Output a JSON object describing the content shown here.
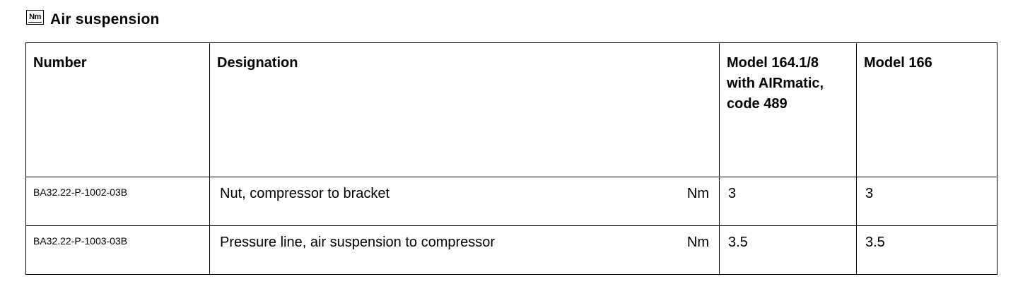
{
  "heading": {
    "icon_label": "Nm",
    "title": "Air suspension"
  },
  "table": {
    "headers": {
      "number": "Number",
      "designation": "Designation",
      "model_1": "Model 164.1/8 with AIRmatic, code 489",
      "model_2": "Model 166"
    },
    "rows": [
      {
        "number": "BA32.22-P-1002-03B",
        "designation": "Nut, compressor to bracket",
        "unit": "Nm",
        "model_1": "3",
        "model_2": "3"
      },
      {
        "number": "BA32.22-P-1003-03B",
        "designation": "Pressure line, air suspension to compressor",
        "unit": "Nm",
        "model_1": "3.5",
        "model_2": "3.5"
      }
    ]
  }
}
